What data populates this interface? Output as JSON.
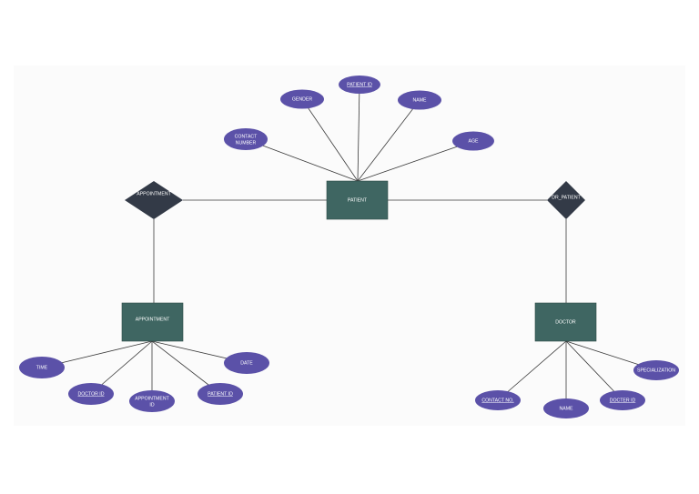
{
  "entities": {
    "patient": "PATIENT",
    "appointment": "APPOINTMENT",
    "doctor": "DOCTOR"
  },
  "relationships": {
    "appointment": "APPOINTMENT",
    "dr_patient": "DR_PATIENT"
  },
  "attributes": {
    "patient": {
      "gender": "GENDER",
      "patient_id": "PATIENT ID",
      "name": "NAME",
      "contact_number_line1": "CONTACT",
      "contact_number_line2": "NUMBER",
      "age": "AGE"
    },
    "appointment": {
      "time": "TIME",
      "doctor_id": "DOCTOR ID",
      "appointment_id_line1": "APPOINTMENT",
      "appointment_id_line2": "ID",
      "patient_id": "PATIENT ID",
      "date": "DATE"
    },
    "doctor": {
      "contact_no": "CONTACT NO.",
      "name": "NAME",
      "docter_id": "DOCTER ID",
      "specialization": "SPECIALIZATION"
    }
  },
  "colors": {
    "entity_fill": "#3f6662",
    "relationship_fill": "#333a47",
    "attribute_fill": "#5b51a8",
    "line": "#3a3a3a",
    "background_panel": "#fbfbfb"
  }
}
